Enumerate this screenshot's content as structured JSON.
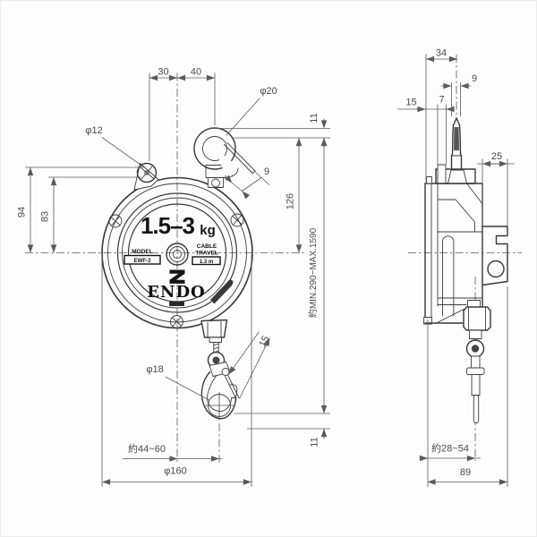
{
  "front": {
    "dims": {
      "d30": "30",
      "d40": "40",
      "phi12": "φ12",
      "phi20": "φ20",
      "d9": "9",
      "d11_top": "11",
      "d126": "126",
      "d94": "94",
      "d83": "83",
      "min_max": "約MIN.290~MAX.1590",
      "phi18": "φ18",
      "d15": "15",
      "d44_60": "約44~60",
      "phi160": "φ160",
      "d11_bottom": "11"
    },
    "face": {
      "capacity": "1.5–3",
      "capacity_unit": "kg",
      "model_label": "MODEL",
      "model_value": "EWF-3",
      "cable_label1": "CABLE",
      "cable_label2": "TRAVEL",
      "cable_value": "1.3 m",
      "brand": "ENDO"
    }
  },
  "side": {
    "dims": {
      "d34": "34",
      "d9": "9",
      "d15": "15",
      "d7": "7",
      "d25": "25",
      "d28_54": "約28~54",
      "d89": "89"
    }
  },
  "colors": {
    "object_line": "#383838",
    "dimension_line": "#5a5a5a",
    "background": "#fdfdfd"
  }
}
